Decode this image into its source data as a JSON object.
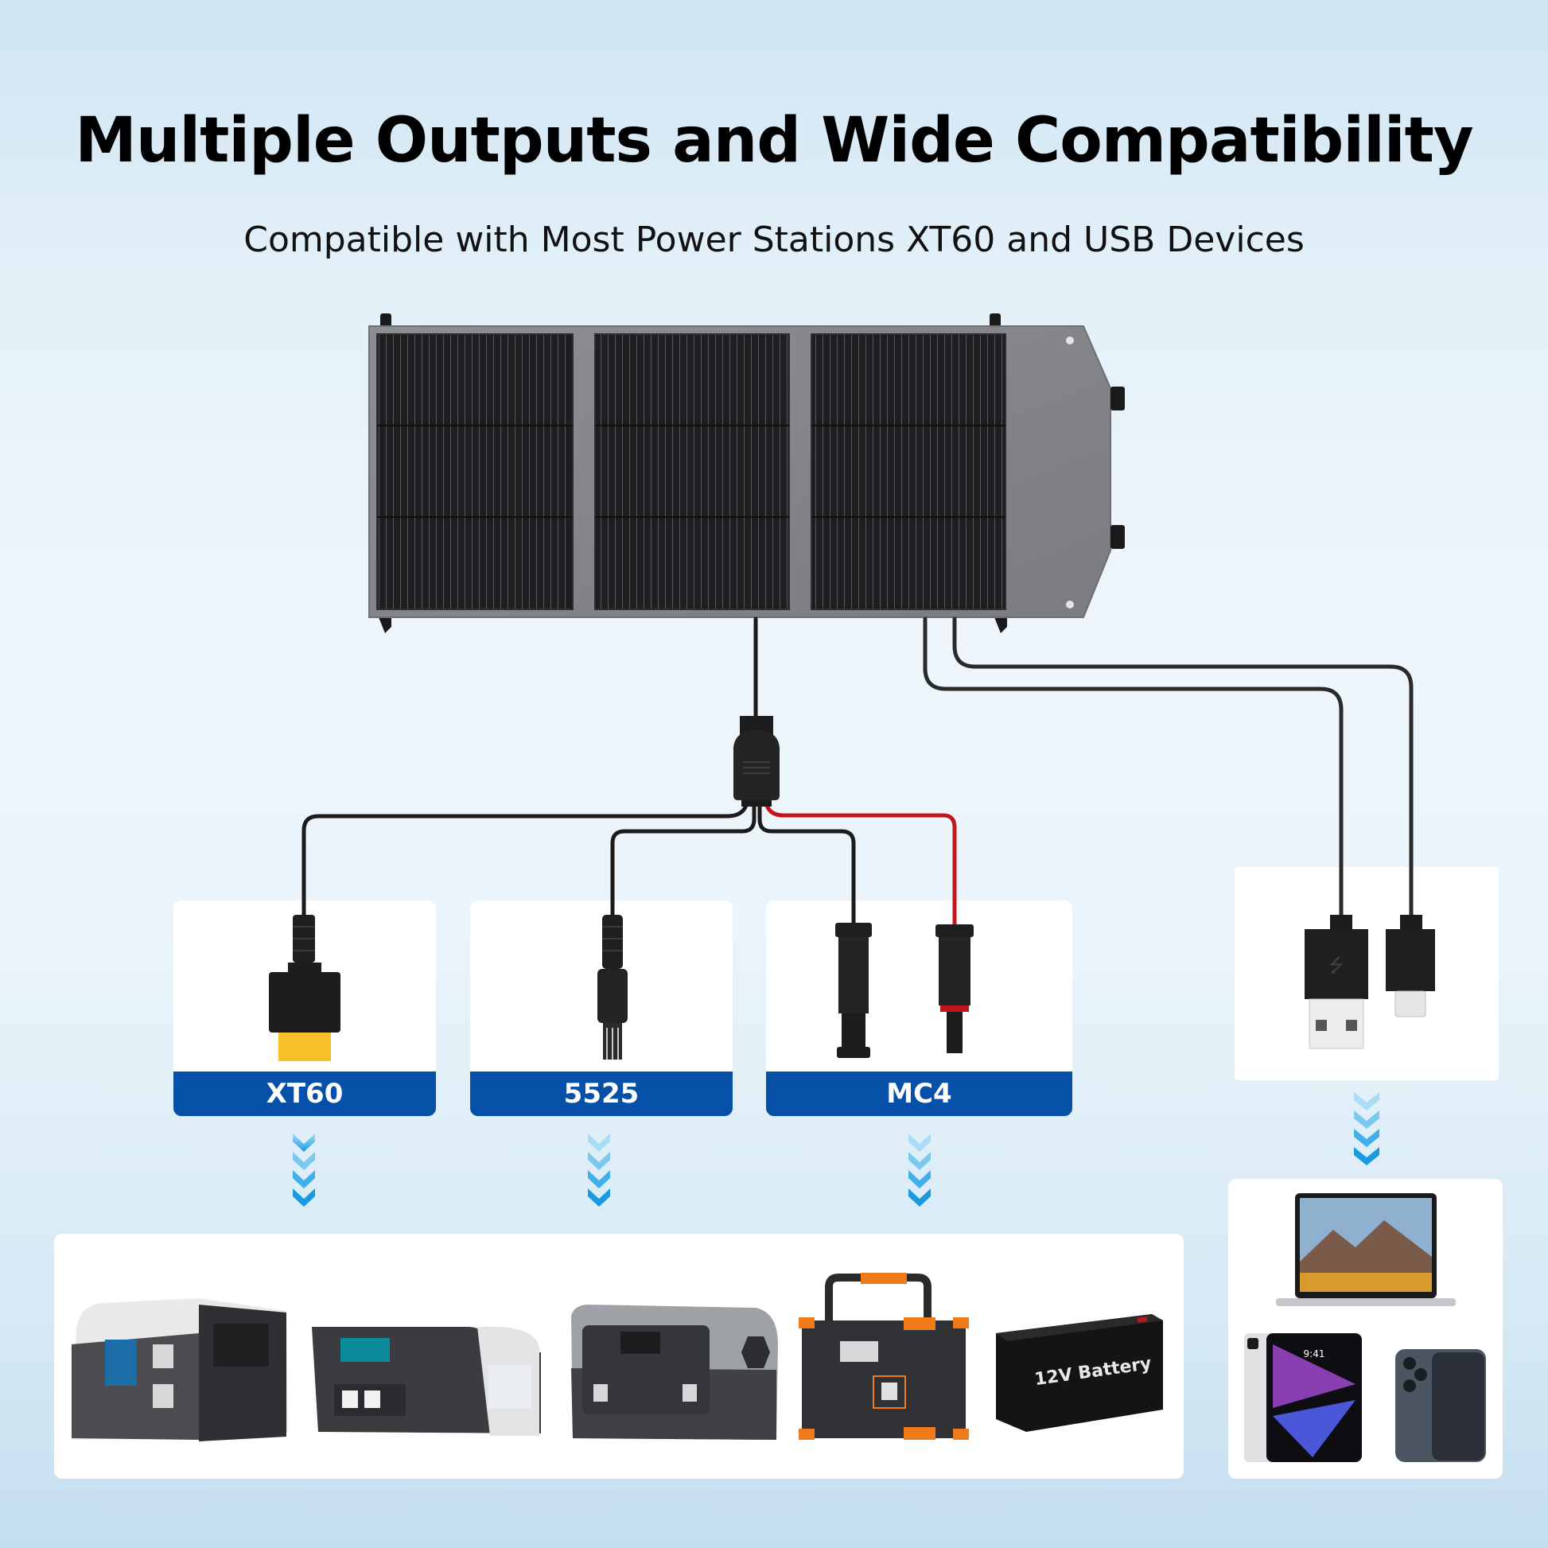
{
  "header": {
    "title": "Multiple Outputs and Wide Compatibility",
    "subtitle": "Compatible with Most Power Stations XT60 and USB Devices"
  },
  "product": {
    "name": "foldable-solar-panel",
    "panel_count": 3
  },
  "connectors": [
    {
      "id": "xt60",
      "label": "XT60",
      "icon": "xt60-plug-icon"
    },
    {
      "id": "5525",
      "label": "5525",
      "icon": "dc5525-plug-icon"
    },
    {
      "id": "mc4",
      "label": "MC4",
      "icon": "mc4-plug-icon"
    }
  ],
  "usb": {
    "connectors": [
      {
        "id": "usb-a",
        "icon": "usb-a-plug-icon"
      },
      {
        "id": "usb-c",
        "icon": "usb-c-plug-icon"
      }
    ]
  },
  "compatible_devices": {
    "power_stations": [
      {
        "id": "power-station-1",
        "icon": "power-station-icon"
      },
      {
        "id": "power-station-2",
        "icon": "power-station-icon"
      },
      {
        "id": "power-station-3",
        "icon": "power-station-icon"
      },
      {
        "id": "power-station-4",
        "icon": "power-station-orange-icon"
      },
      {
        "id": "battery",
        "icon": "battery-icon",
        "text": "12V Battery"
      }
    ],
    "usb_devices": [
      {
        "id": "laptop",
        "icon": "laptop-icon"
      },
      {
        "id": "tablet",
        "icon": "tablet-icon",
        "screen_time": "9:41"
      },
      {
        "id": "phone",
        "icon": "smartphone-icon"
      }
    ]
  },
  "colors": {
    "label_blue": "#0750a8",
    "arrow_blue": "#1a9be0",
    "cable_red": "#c0161c",
    "xt60_yellow": "#f5c02a",
    "orange_accent": "#f07a1a"
  }
}
